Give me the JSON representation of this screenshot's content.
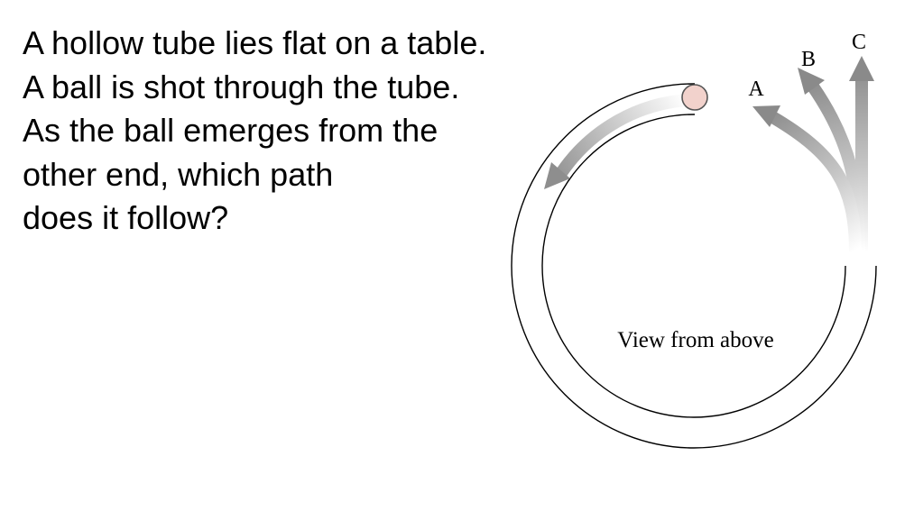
{
  "question": {
    "lines": [
      "A hollow tube lies flat on a table.",
      "A ball is shot through the tube.",
      "As the ball emerges from the",
      "other end, which path",
      "does it follow?"
    ]
  },
  "figure": {
    "caption": "View from above",
    "paths": {
      "a_label": "A",
      "b_label": "B",
      "c_label": "C"
    },
    "colors": {
      "tube_outline": "#000000",
      "ball_fill": "#f2d2cc",
      "ball_outline": "#555555",
      "arrow_dark": "#8c8c8c",
      "arrow_light": "#ffffff"
    }
  }
}
